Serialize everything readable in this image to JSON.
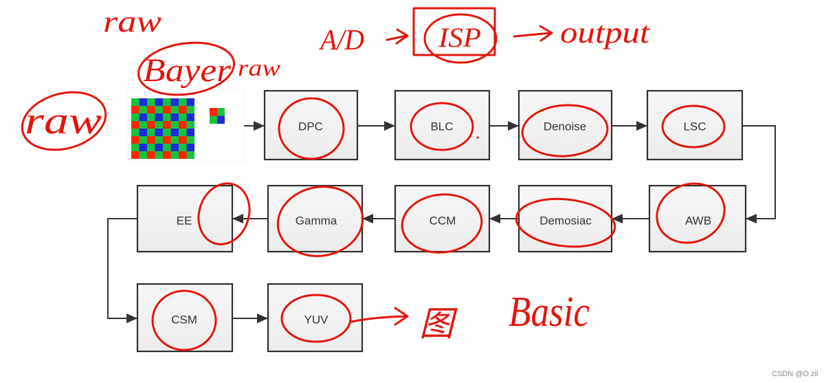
{
  "diagram": {
    "nodes": [
      {
        "id": "dpc",
        "label": "DPC"
      },
      {
        "id": "blc",
        "label": "BLC"
      },
      {
        "id": "denoise",
        "label": "Denoise"
      },
      {
        "id": "lsc",
        "label": "LSC"
      },
      {
        "id": "awb",
        "label": "AWB"
      },
      {
        "id": "demosiac",
        "label": "Demosiac"
      },
      {
        "id": "ccm",
        "label": "CCM"
      },
      {
        "id": "gamma",
        "label": "Gamma"
      },
      {
        "id": "ee",
        "label": "EE"
      },
      {
        "id": "csm",
        "label": "CSM"
      },
      {
        "id": "yuv",
        "label": "YUV"
      }
    ],
    "edges": [
      [
        "bayer-image",
        "dpc"
      ],
      [
        "dpc",
        "blc"
      ],
      [
        "blc",
        "denoise"
      ],
      [
        "denoise",
        "lsc"
      ],
      [
        "lsc",
        "awb"
      ],
      [
        "awb",
        "demosiac"
      ],
      [
        "demosiac",
        "ccm"
      ],
      [
        "ccm",
        "gamma"
      ],
      [
        "gamma",
        "ee"
      ],
      [
        "ee",
        "csm"
      ],
      [
        "csm",
        "yuv"
      ]
    ]
  },
  "annotations": {
    "raw_top": "raw",
    "ad": "A/D",
    "isp": "ISP",
    "output": "output",
    "bayer": "Bayer",
    "raw_right": "raw",
    "raw_left": "raw",
    "basic": "Basic",
    "tu": "图"
  },
  "watermark": "CSDN @O zil",
  "colors": {
    "ink": "#e3150c",
    "box_border": "#2f2f2f",
    "box_fill": "#f3f3f3",
    "arrow": "#333333",
    "bayer_red": "#ff2600",
    "bayer_green": "#19c23c",
    "bayer_blue": "#1d2bd8"
  }
}
